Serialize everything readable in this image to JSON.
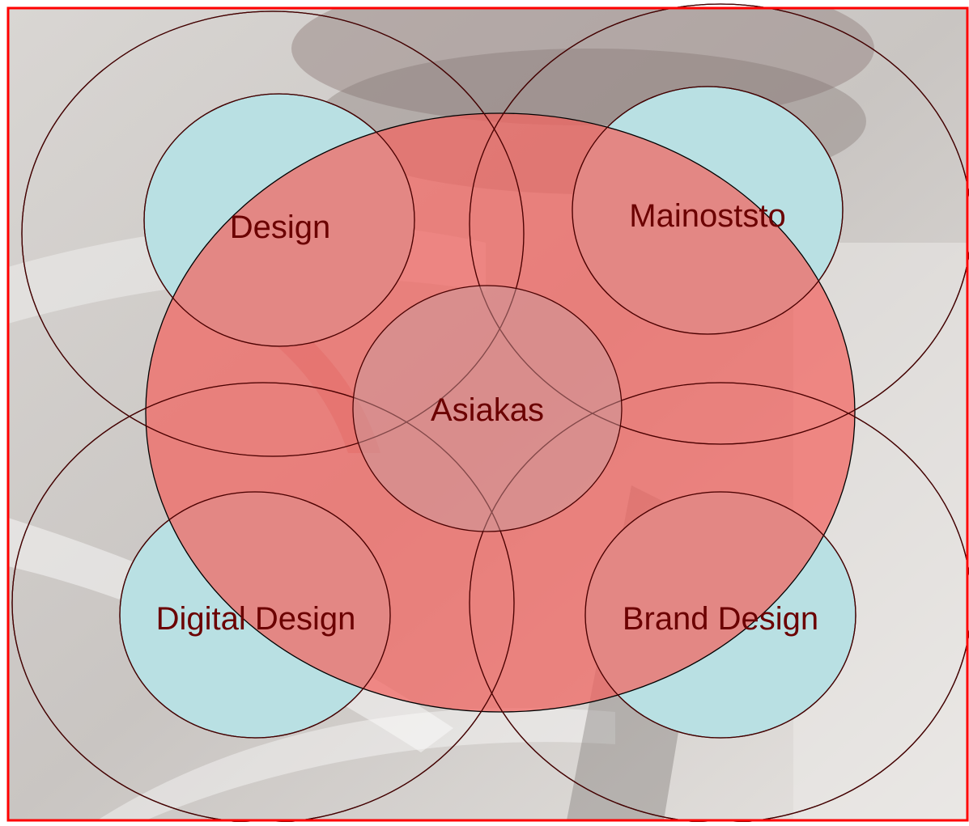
{
  "diagram": {
    "center_label": "Asiakas",
    "satellites": [
      {
        "id": "design",
        "label": "Design"
      },
      {
        "id": "mainoststo",
        "label": "Mainoststo"
      },
      {
        "id": "digital-design",
        "label": "Digital Design"
      },
      {
        "id": "brand-design",
        "label": "Brand Design"
      }
    ]
  },
  "colors": {
    "frame": "#ff0000",
    "big_ellipse_fill": "#f2645f",
    "satellite_fill": "#b9e0e3",
    "label_on_red": "#6b0000",
    "label_on_blue": "#000000",
    "outline": "#000000"
  }
}
